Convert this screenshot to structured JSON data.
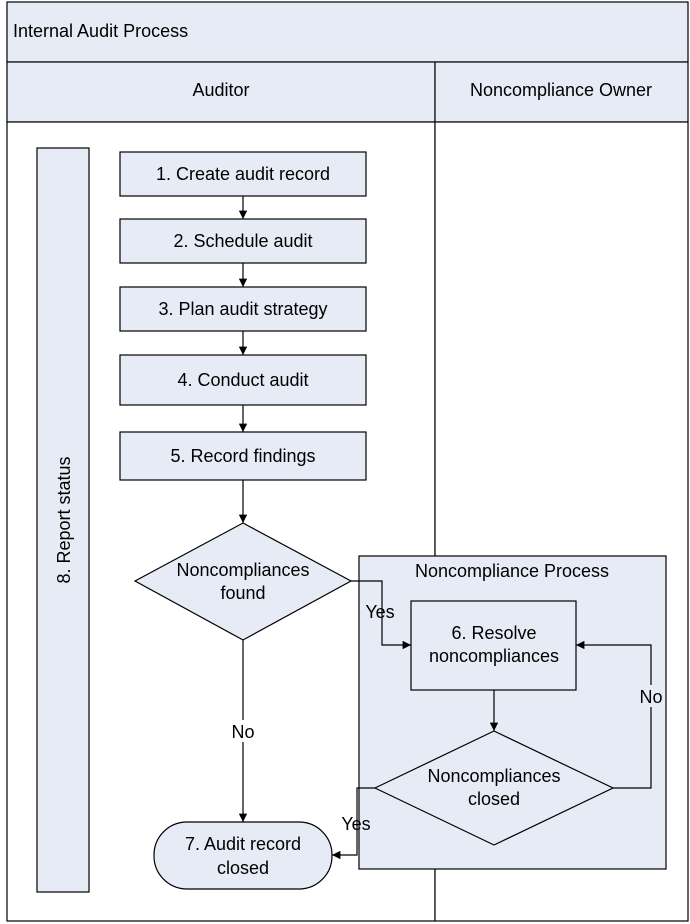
{
  "diagram": {
    "title": "Internal Audit Process",
    "lanes": [
      "Auditor",
      "Noncompliance Owner"
    ],
    "subprocess_title": "Noncompliance Process",
    "side_label": "8.  Report status",
    "steps": [
      "1.  Create audit record",
      "2.  Schedule audit",
      "3.  Plan audit strategy",
      "4.  Conduct audit",
      "5.  Record findings"
    ],
    "decision1": [
      "Noncompliances",
      "found"
    ],
    "step6": [
      "6.  Resolve",
      "noncompliances"
    ],
    "decision2": [
      "Noncompliances",
      "closed"
    ],
    "end": [
      "7.  Audit record",
      "closed"
    ],
    "edge_labels": {
      "found_yes": "Yes",
      "found_no": "No",
      "closed_yes": "Yes",
      "closed_no": "No"
    }
  }
}
